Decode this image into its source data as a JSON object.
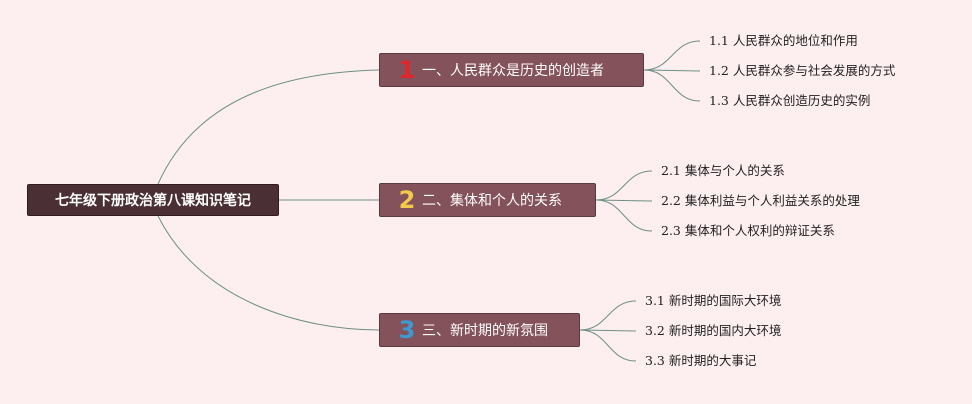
{
  "root": {
    "label": "七年级下册政治第八课知识笔记"
  },
  "branches": [
    {
      "number": "1",
      "label": "一、人民群众是历史的创造者",
      "children": [
        "1.1 人民群众的地位和作用",
        "1.2 人民群众参与社会发展的方式",
        "1.3 人民群众创造历史的实例"
      ]
    },
    {
      "number": "2",
      "label": "二、集体和个人的关系",
      "children": [
        "2.1 集体与个人的关系",
        "2.2 集体利益与个人利益关系的处理",
        "2.3 集体和个人权利的辩证关系"
      ]
    },
    {
      "number": "3",
      "label": "三、新时期的新氛围",
      "children": [
        "3.1 新时期的国际大环境",
        "3.2 新时期的国内大环境",
        "3.3 新时期的大事记"
      ]
    }
  ],
  "colors": {
    "background": "#fdeff0",
    "root": "#4a3034",
    "branch": "#84525a",
    "connector": "#6e8f86",
    "number1": "#e3242b",
    "number2": "#f2c94c",
    "number3": "#3d9ad1"
  }
}
